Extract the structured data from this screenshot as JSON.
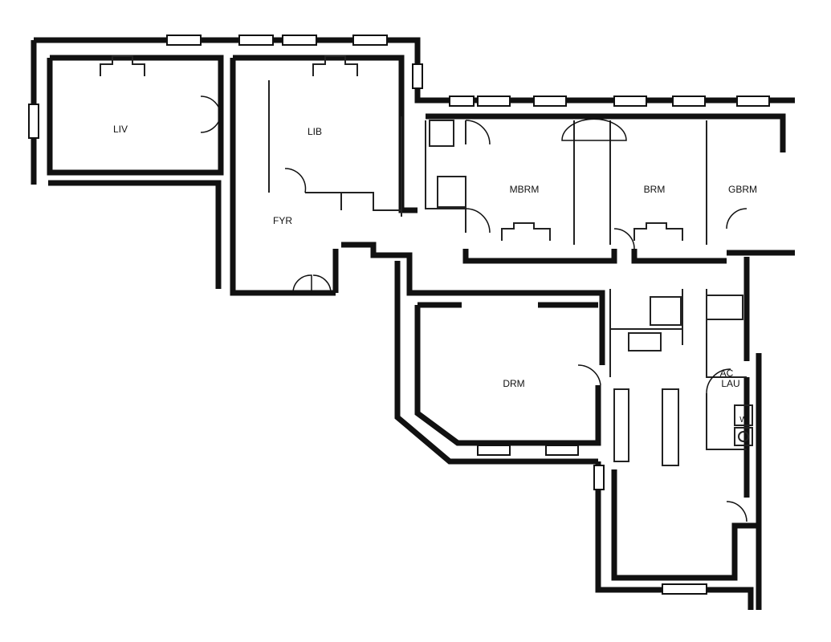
{
  "plan": {
    "rooms": {
      "living": "LIV",
      "library": "LIB",
      "foyer": "FYR",
      "master_bedroom": "MBRM",
      "bedroom": "BRM",
      "guest_bedroom": "GBRM",
      "dining": "DRM",
      "ac": "AC",
      "laundry": "LAU",
      "washer": "W"
    }
  }
}
